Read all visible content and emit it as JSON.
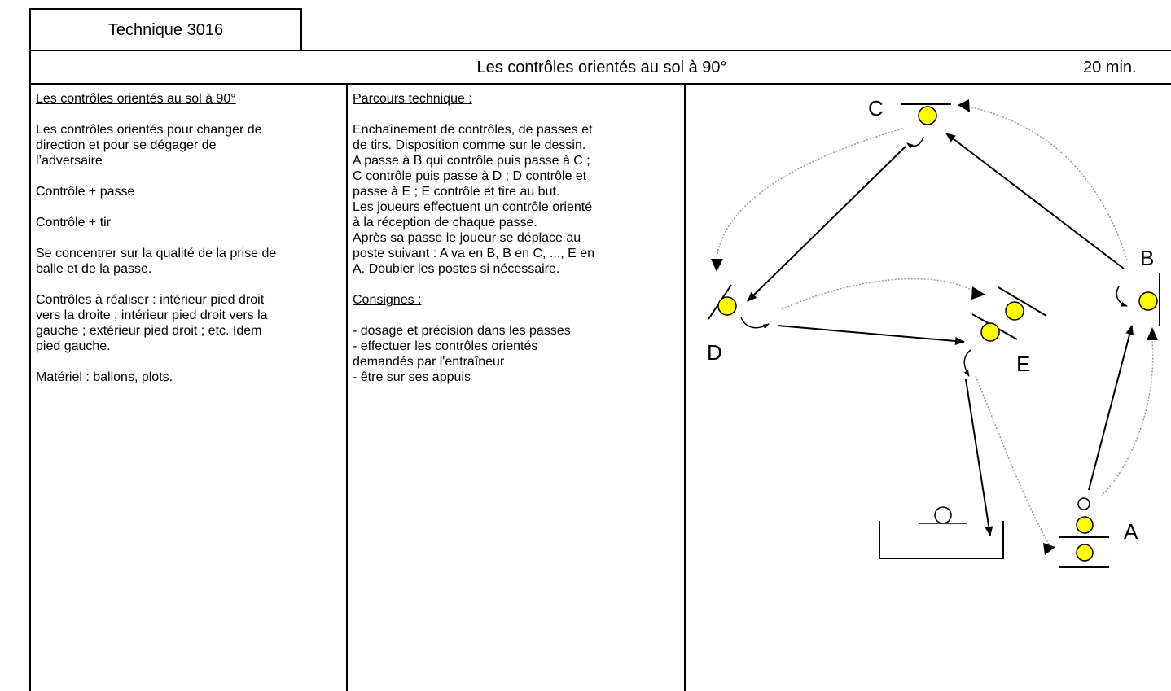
{
  "header": {
    "reference": "Technique 3016",
    "title": "Les contrôles orientés au sol à 90°",
    "duration": "20 min."
  },
  "left_column": {
    "heading": "Les contrôles orientés au sol à 90°",
    "paragraph1": [
      "Les contrôles orientés pour changer de",
      "direction et pour se dégager de",
      "l’adversaire"
    ],
    "item1": "Contrôle + passe",
    "item2": "Contrôle + tir",
    "paragraph2": [
      "Se concentrer sur la qualité de la prise de",
      "balle et de la passe."
    ],
    "paragraph3": [
      "Contrôles à réaliser : intérieur pied droit",
      "vers la droite ; intérieur pied droit vers la",
      "gauche ; extérieur pied droit ; etc. Idem",
      "pied gauche."
    ],
    "material": "Matériel : ballons, plots."
  },
  "middle_column": {
    "heading": "Parcours technique :",
    "description": [
      "Enchaînement de contrôles, de passes et",
      "de tirs. Disposition comme sur le dessin.",
      "A passe à B qui contrôle puis passe à C ;",
      "C contrôle puis passe à D ; D contrôle et",
      "passe à E ; E contrôle et tire au but.",
      "Les joueurs effectuent un contrôle orienté",
      "à la réception de chaque passe.",
      "Après sa passe le joueur se déplace au",
      "poste suivant : A va en B, B en C, ..., E en",
      "A. Doubler les postes si nécessaire."
    ],
    "consignes_heading": "Consignes :",
    "consignes": [
      "- dosage et précision dans les passes",
      "- effectuer les contrôles orientés",
      "demandés par l'entraîneur",
      "- être sur ses appuis"
    ]
  },
  "diagram": {
    "labels": {
      "a": "A",
      "b": "B",
      "c": "C",
      "d": "D",
      "e": "E"
    },
    "colors": {
      "player_fill": "#ffff00",
      "line": "#000000",
      "dotted_run": "#999999"
    }
  }
}
